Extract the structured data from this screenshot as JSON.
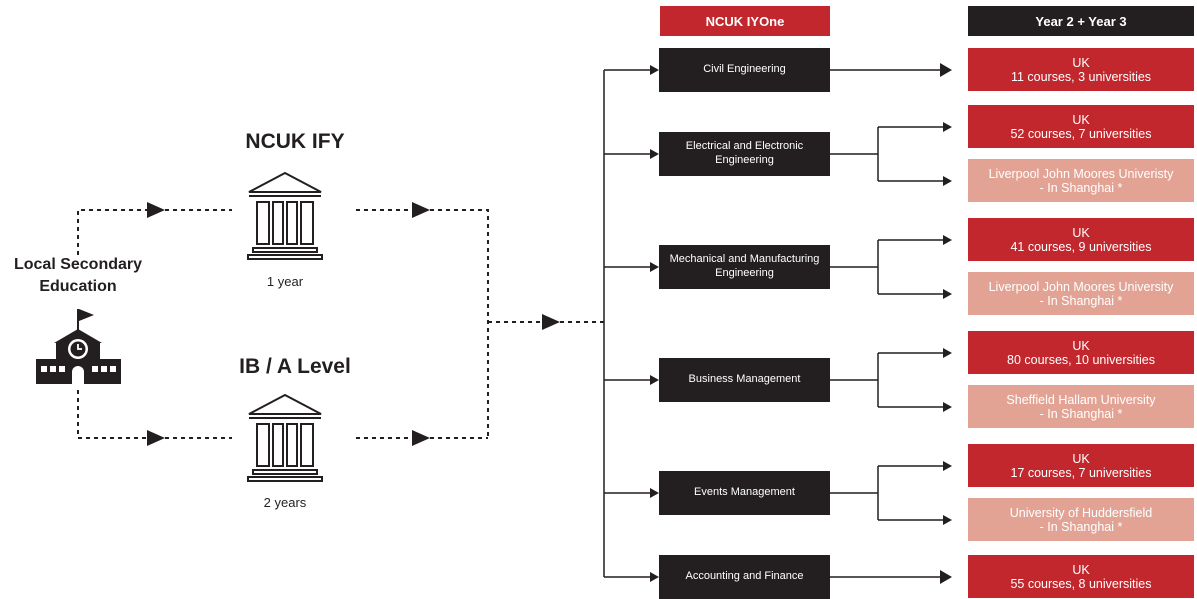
{
  "pathway": {
    "local": {
      "label": "Local Secondary Education",
      "icon": "school-icon"
    },
    "ify": {
      "title": "NCUK IFY",
      "duration": "1 year",
      "icon": "institution-icon"
    },
    "ib": {
      "title": "IB / A Level",
      "duration": "2 years",
      "icon": "institution-icon"
    }
  },
  "headers": {
    "iyone": "NCUK IYOne",
    "years": "Year 2 + Year 3"
  },
  "programmes": [
    {
      "name": "Civil Engineering"
    },
    {
      "name": "Electrical and Electronic Engineering"
    },
    {
      "name": "Mechanical and Manufacturing Engineering"
    },
    {
      "name": "Business Management"
    },
    {
      "name": "Events Management"
    },
    {
      "name": "Accounting and Finance"
    }
  ],
  "destinations": [
    {
      "line1": "UK",
      "line2": "11 courses, 3 universities",
      "kind": "uk"
    },
    {
      "line1": "UK",
      "line2": "52 courses, 7 universities",
      "kind": "uk"
    },
    {
      "line1": "Liverpool John Moores Univeristy",
      "line2": "- In Shanghai *",
      "kind": "shanghai"
    },
    {
      "line1": "UK",
      "line2": "41 courses, 9 universities",
      "kind": "uk"
    },
    {
      "line1": "Liverpool John Moores University",
      "line2": "- In Shanghai *",
      "kind": "shanghai"
    },
    {
      "line1": "UK",
      "line2": "80 courses, 10 universities",
      "kind": "uk"
    },
    {
      "line1": "Sheffield Hallam University",
      "line2": "- In Shanghai *",
      "kind": "shanghai"
    },
    {
      "line1": "UK",
      "line2": "17 courses, 7 universities",
      "kind": "uk"
    },
    {
      "line1": "University of Huddersfield",
      "line2": "- In Shanghai *",
      "kind": "shanghai"
    },
    {
      "line1": "UK",
      "line2": "55 courses, 8 universities",
      "kind": "uk"
    }
  ],
  "colors": {
    "brand_red": "#c1272d",
    "shanghai_pink": "#e2a395",
    "dark": "#231f20"
  }
}
